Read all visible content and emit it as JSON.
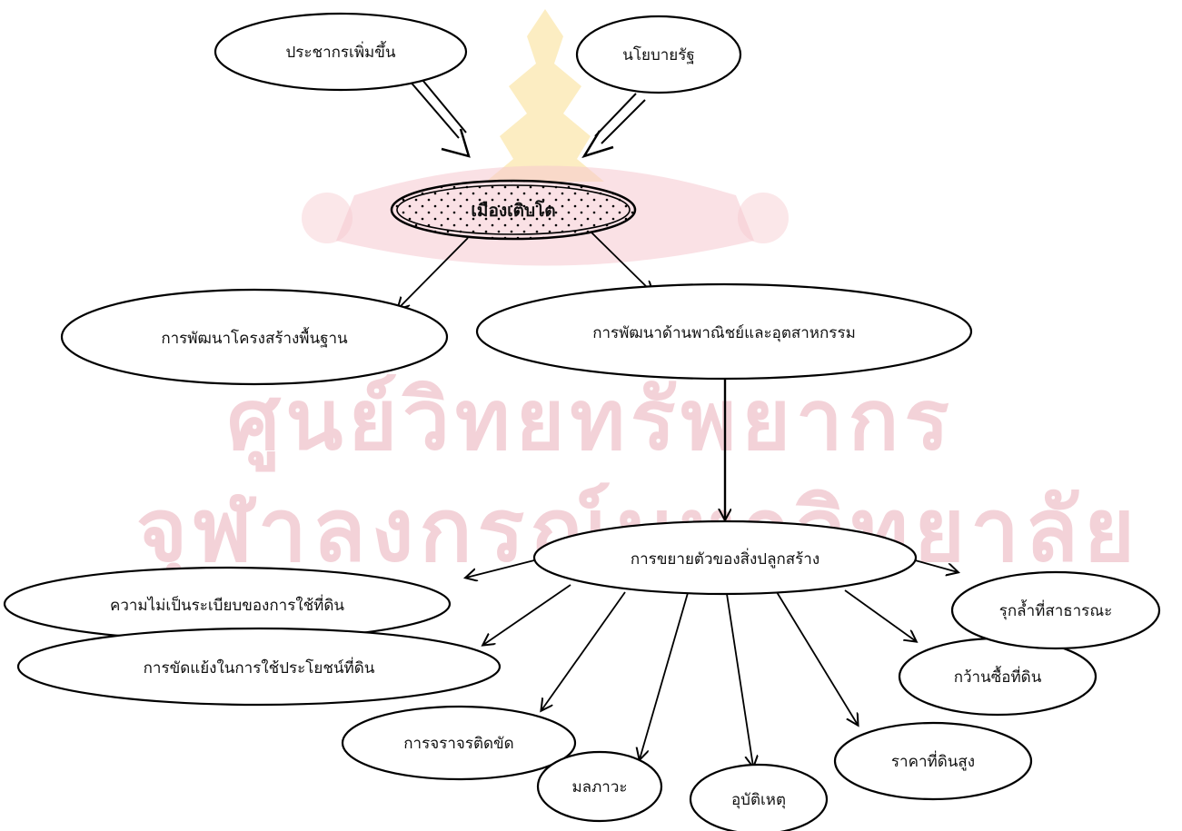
{
  "watermark": {
    "line1": "ศูนย์วิทยทรัพยากร",
    "line2": "จุฬาลงกรณ์มหาวิทยาลัย"
  },
  "colors": {
    "watermark_text": "#f3d2d8",
    "crest_fill": "#fbe6a8",
    "crest_base": "#f6c9cf",
    "line": "#000000"
  },
  "nodes": {
    "population": "ประชากรเพิ่มขึ้น",
    "policy": "นโยบายรัฐ",
    "city_growth": "เมืองเติบโต",
    "infrastructure": "การพัฒนาโครงสร้างพื้นฐาน",
    "commerce": "การพัฒนาด้านพาณิชย์และอุตสาหกรรม",
    "construction": "การขยายตัวของสิ่งปลูกสร้าง",
    "disorder": "ความไม่เป็นระเบียบของการใช้ที่ดิน",
    "conflict": "การขัดแย้งในการใช้ประโยชน์ที่ดิน",
    "traffic": "การจราจรติดขัด",
    "pollution": "มลภาวะ",
    "accident": "อุบัติเหตุ",
    "land_price": "ราคาที่ดินสูง",
    "land_speculation": "กว้านซื้อที่ดิน",
    "encroachment": "รุกล้ำที่สาธารณะ"
  }
}
